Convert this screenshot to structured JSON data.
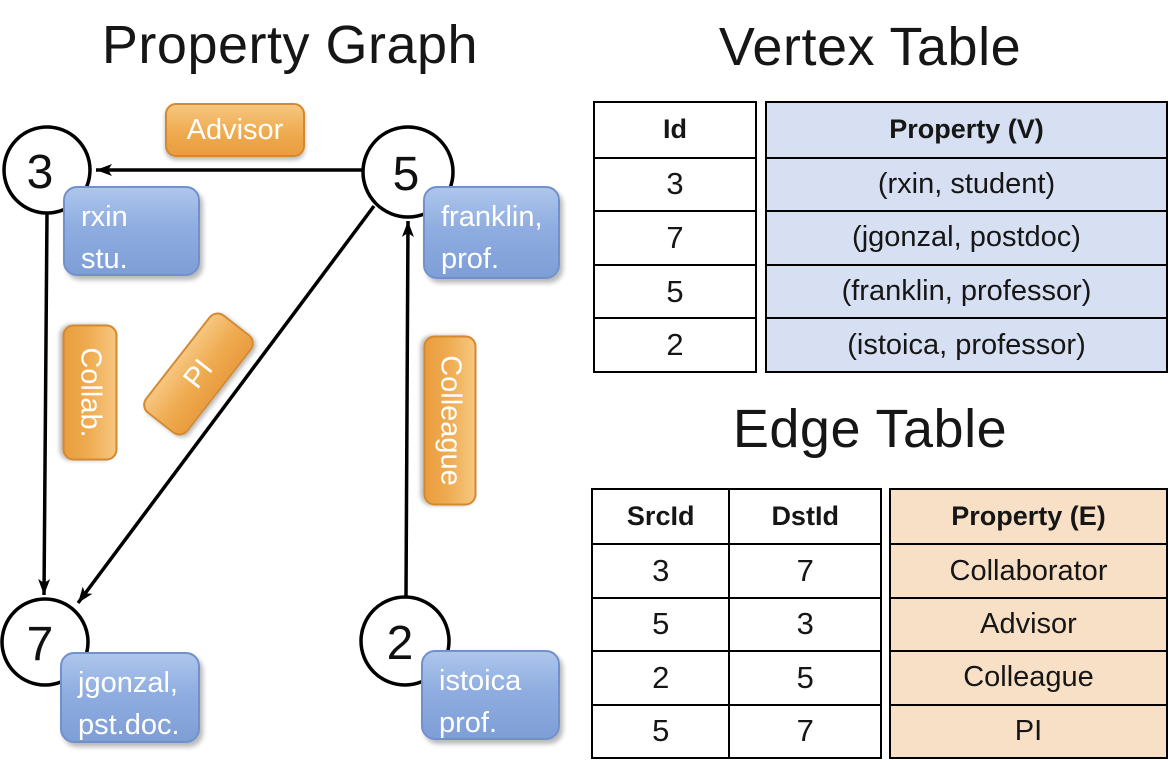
{
  "graph": {
    "title": "Property Graph",
    "nodes": [
      {
        "id": "3",
        "property_lines": [
          "rxin",
          "stu."
        ]
      },
      {
        "id": "5",
        "property_lines": [
          "franklin,",
          "prof."
        ]
      },
      {
        "id": "7",
        "property_lines": [
          "jgonzal,",
          "pst.doc."
        ]
      },
      {
        "id": "2",
        "property_lines": [
          "istoica",
          "prof."
        ]
      }
    ],
    "edges": [
      {
        "label": "Advisor"
      },
      {
        "label": "Collab."
      },
      {
        "label": "PI"
      },
      {
        "label": "Colleague"
      }
    ]
  },
  "vertex_table": {
    "title": "Vertex Table",
    "columns": [
      "Id",
      "Property (V)"
    ],
    "rows": [
      [
        "3",
        "(rxin, student)"
      ],
      [
        "7",
        "(jgonzal, postdoc)"
      ],
      [
        "5",
        "(franklin, professor)"
      ],
      [
        "2",
        "(istoica, professor)"
      ]
    ]
  },
  "edge_table": {
    "title": "Edge Table",
    "columns": [
      "SrcId",
      "DstId",
      "Property (E)"
    ],
    "rows": [
      [
        "3",
        "7",
        "Collaborator"
      ],
      [
        "5",
        "3",
        "Advisor"
      ],
      [
        "2",
        "5",
        "Colleague"
      ],
      [
        "5",
        "7",
        "PI"
      ]
    ]
  },
  "colors": {
    "edge_label_orange": "#efab50",
    "vertex_box_blue": "#8fade0",
    "vertex_table_fill": "#d6e0f2",
    "edge_table_fill": "#f7e0c5",
    "line_black": "#000000"
  }
}
